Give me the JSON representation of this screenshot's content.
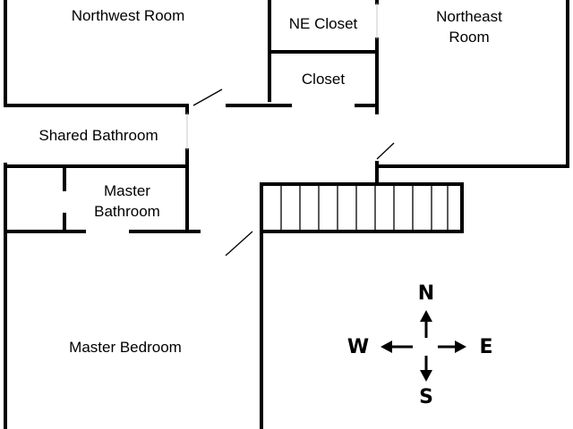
{
  "rooms": {
    "northwest": "Northwest Room",
    "ne_closet": "NE Closet",
    "northeast": "Northeast\nRoom",
    "closet": "Closet",
    "shared_bathroom": "Shared Bathroom",
    "master_bathroom": "Master\nBathroom",
    "master_bedroom": "Master Bedroom"
  },
  "compass": {
    "north": "N",
    "south": "S",
    "east": "E",
    "west": "W"
  }
}
